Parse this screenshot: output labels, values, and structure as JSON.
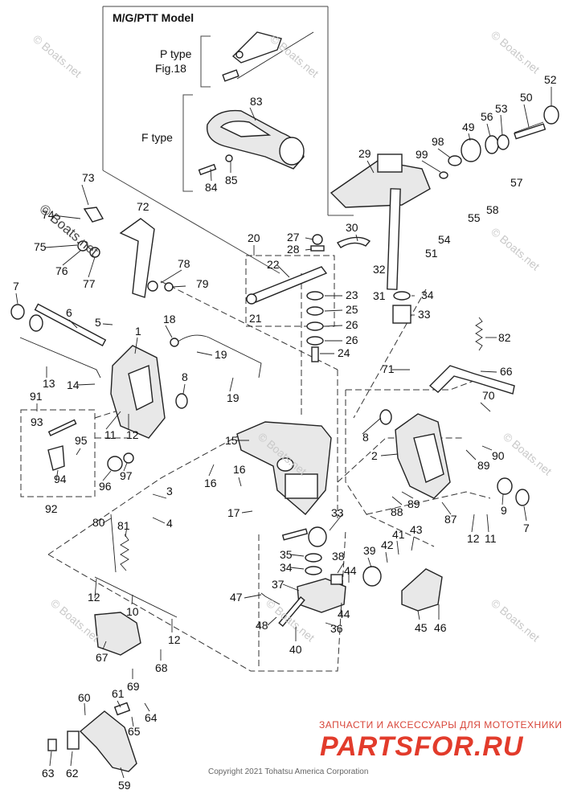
{
  "diagram": {
    "model_title": "M/G/PTT Model",
    "p_type_label": "P type",
    "p_type_ref": "Fig.18",
    "f_type_label": "F type",
    "watermark": "© Boats.net",
    "watermark_dark": "© Boats.net",
    "sponsor_text": "ЗАПЧАСТИ И АКСЕССУАРЫ ДЛЯ МОТОТЕХНИКИ",
    "sponsor_brand": "PARTSFOR.RU",
    "copyright": "Copyright 2021 Tohatsu America Corporation"
  },
  "callouts": [
    {
      "id": "c1",
      "text": "1"
    },
    {
      "id": "c2",
      "text": "2"
    },
    {
      "id": "c3",
      "text": "3"
    },
    {
      "id": "c4",
      "text": "4"
    },
    {
      "id": "c5",
      "text": "5"
    },
    {
      "id": "c6",
      "text": "6"
    },
    {
      "id": "c7a",
      "text": "7"
    },
    {
      "id": "c7b",
      "text": "7"
    },
    {
      "id": "c8a",
      "text": "8"
    },
    {
      "id": "c8b",
      "text": "8"
    },
    {
      "id": "c9",
      "text": "9"
    },
    {
      "id": "c10",
      "text": "10"
    },
    {
      "id": "c11a",
      "text": "11"
    },
    {
      "id": "c11b",
      "text": "11"
    },
    {
      "id": "c12a",
      "text": "12"
    },
    {
      "id": "c12b",
      "text": "12"
    },
    {
      "id": "c12c",
      "text": "12"
    },
    {
      "id": "c12d",
      "text": "12"
    },
    {
      "id": "c13",
      "text": "13"
    },
    {
      "id": "c14",
      "text": "14"
    },
    {
      "id": "c15",
      "text": "15"
    },
    {
      "id": "c16a",
      "text": "16"
    },
    {
      "id": "c16b",
      "text": "16"
    },
    {
      "id": "c17",
      "text": "17"
    },
    {
      "id": "c18",
      "text": "18"
    },
    {
      "id": "c19a",
      "text": "19"
    },
    {
      "id": "c19b",
      "text": "19"
    },
    {
      "id": "c20",
      "text": "20"
    },
    {
      "id": "c21",
      "text": "21"
    },
    {
      "id": "c22",
      "text": "22"
    },
    {
      "id": "c23",
      "text": "23"
    },
    {
      "id": "c24",
      "text": "24"
    },
    {
      "id": "c25",
      "text": "25"
    },
    {
      "id": "c26a",
      "text": "26"
    },
    {
      "id": "c26b",
      "text": "26"
    },
    {
      "id": "c27",
      "text": "27"
    },
    {
      "id": "c28",
      "text": "28"
    },
    {
      "id": "c29",
      "text": "29"
    },
    {
      "id": "c30",
      "text": "30"
    },
    {
      "id": "c31",
      "text": "31"
    },
    {
      "id": "c32",
      "text": "32"
    },
    {
      "id": "c33a",
      "text": "33"
    },
    {
      "id": "c33b",
      "text": "33"
    },
    {
      "id": "c34a",
      "text": "34"
    },
    {
      "id": "c34b",
      "text": "34"
    },
    {
      "id": "c35",
      "text": "35"
    },
    {
      "id": "c36",
      "text": "36"
    },
    {
      "id": "c37",
      "text": "37"
    },
    {
      "id": "c38",
      "text": "38"
    },
    {
      "id": "c39",
      "text": "39"
    },
    {
      "id": "c40",
      "text": "40"
    },
    {
      "id": "c41",
      "text": "41"
    },
    {
      "id": "c42",
      "text": "42"
    },
    {
      "id": "c43",
      "text": "43"
    },
    {
      "id": "c44a",
      "text": "44"
    },
    {
      "id": "c44b",
      "text": "44"
    },
    {
      "id": "c45",
      "text": "45"
    },
    {
      "id": "c46",
      "text": "46"
    },
    {
      "id": "c47",
      "text": "47"
    },
    {
      "id": "c48",
      "text": "48"
    },
    {
      "id": "c49",
      "text": "49"
    },
    {
      "id": "c50",
      "text": "50"
    },
    {
      "id": "c51",
      "text": "51"
    },
    {
      "id": "c52",
      "text": "52"
    },
    {
      "id": "c53",
      "text": "53"
    },
    {
      "id": "c54",
      "text": "54"
    },
    {
      "id": "c55",
      "text": "55"
    },
    {
      "id": "c56",
      "text": "56"
    },
    {
      "id": "c57",
      "text": "57"
    },
    {
      "id": "c58",
      "text": "58"
    },
    {
      "id": "c59",
      "text": "59"
    },
    {
      "id": "c60",
      "text": "60"
    },
    {
      "id": "c61",
      "text": "61"
    },
    {
      "id": "c62",
      "text": "62"
    },
    {
      "id": "c63",
      "text": "63"
    },
    {
      "id": "c64",
      "text": "64"
    },
    {
      "id": "c65",
      "text": "65"
    },
    {
      "id": "c66",
      "text": "66"
    },
    {
      "id": "c67",
      "text": "67"
    },
    {
      "id": "c68",
      "text": "68"
    },
    {
      "id": "c69",
      "text": "69"
    },
    {
      "id": "c70",
      "text": "70"
    },
    {
      "id": "c71",
      "text": "71"
    },
    {
      "id": "c72",
      "text": "72"
    },
    {
      "id": "c73",
      "text": "73"
    },
    {
      "id": "c74",
      "text": "74"
    },
    {
      "id": "c75",
      "text": "75"
    },
    {
      "id": "c76",
      "text": "76"
    },
    {
      "id": "c77",
      "text": "77"
    },
    {
      "id": "c78",
      "text": "78"
    },
    {
      "id": "c79",
      "text": "79"
    },
    {
      "id": "c80",
      "text": "80"
    },
    {
      "id": "c81",
      "text": "81"
    },
    {
      "id": "c82",
      "text": "82"
    },
    {
      "id": "c83",
      "text": "83"
    },
    {
      "id": "c84",
      "text": "84"
    },
    {
      "id": "c85",
      "text": "85"
    },
    {
      "id": "c87",
      "text": "87"
    },
    {
      "id": "c88",
      "text": "88"
    },
    {
      "id": "c89a",
      "text": "89"
    },
    {
      "id": "c89b",
      "text": "89"
    },
    {
      "id": "c90",
      "text": "90"
    },
    {
      "id": "c91",
      "text": "91"
    },
    {
      "id": "c92",
      "text": "92"
    },
    {
      "id": "c93",
      "text": "93"
    },
    {
      "id": "c94",
      "text": "94"
    },
    {
      "id": "c95",
      "text": "95"
    },
    {
      "id": "c96",
      "text": "96"
    },
    {
      "id": "c97",
      "text": "97"
    },
    {
      "id": "c98",
      "text": "98"
    },
    {
      "id": "c99",
      "text": "99"
    }
  ]
}
